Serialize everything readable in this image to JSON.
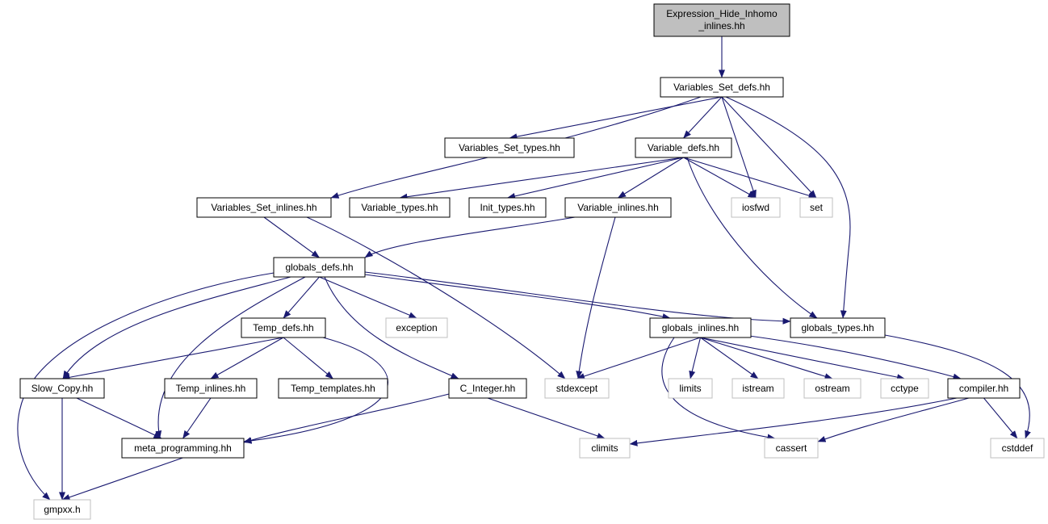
{
  "colors": {
    "edge": "#191970",
    "node_border": "#000000",
    "system_border": "#bfbfbf",
    "root_fill": "#bfbfbf",
    "node_fill": "#ffffff",
    "text": "#000000"
  },
  "nodes": [
    {
      "id": "n_root",
      "lines": [
        "Expression_Hide_Inhomo",
        "_inlines.hh"
      ],
      "kind": "root"
    },
    {
      "id": "n_vsdefs",
      "lines": [
        "Variables_Set_defs.hh"
      ],
      "kind": "file"
    },
    {
      "id": "n_vstypes",
      "lines": [
        "Variables_Set_types.hh"
      ],
      "kind": "file"
    },
    {
      "id": "n_vdefs",
      "lines": [
        "Variable_defs.hh"
      ],
      "kind": "file"
    },
    {
      "id": "n_vsinl",
      "lines": [
        "Variables_Set_inlines.hh"
      ],
      "kind": "file"
    },
    {
      "id": "n_vtypes",
      "lines": [
        "Variable_types.hh"
      ],
      "kind": "file"
    },
    {
      "id": "n_inittypes",
      "lines": [
        "Init_types.hh"
      ],
      "kind": "file"
    },
    {
      "id": "n_vinl",
      "lines": [
        "Variable_inlines.hh"
      ],
      "kind": "file"
    },
    {
      "id": "n_iosfwd",
      "lines": [
        "iosfwd"
      ],
      "kind": "system"
    },
    {
      "id": "n_set",
      "lines": [
        "set"
      ],
      "kind": "system"
    },
    {
      "id": "n_gdefs",
      "lines": [
        "globals_defs.hh"
      ],
      "kind": "file"
    },
    {
      "id": "n_tdefs",
      "lines": [
        "Temp_defs.hh"
      ],
      "kind": "file"
    },
    {
      "id": "n_exception",
      "lines": [
        "exception"
      ],
      "kind": "system"
    },
    {
      "id": "n_ginl",
      "lines": [
        "globals_inlines.hh"
      ],
      "kind": "file"
    },
    {
      "id": "n_gtypes",
      "lines": [
        "globals_types.hh"
      ],
      "kind": "file"
    },
    {
      "id": "n_slow",
      "lines": [
        "Slow_Copy.hh"
      ],
      "kind": "file"
    },
    {
      "id": "n_tinl",
      "lines": [
        "Temp_inlines.hh"
      ],
      "kind": "file"
    },
    {
      "id": "n_ttempl",
      "lines": [
        "Temp_templates.hh"
      ],
      "kind": "file"
    },
    {
      "id": "n_cint",
      "lines": [
        "C_Integer.hh"
      ],
      "kind": "file"
    },
    {
      "id": "n_stdexcept",
      "lines": [
        "stdexcept"
      ],
      "kind": "system"
    },
    {
      "id": "n_limits",
      "lines": [
        "limits"
      ],
      "kind": "system"
    },
    {
      "id": "n_istream",
      "lines": [
        "istream"
      ],
      "kind": "system"
    },
    {
      "id": "n_ostream",
      "lines": [
        "ostream"
      ],
      "kind": "system"
    },
    {
      "id": "n_cctype",
      "lines": [
        "cctype"
      ],
      "kind": "system"
    },
    {
      "id": "n_compiler",
      "lines": [
        "compiler.hh"
      ],
      "kind": "file"
    },
    {
      "id": "n_meta",
      "lines": [
        "meta_programming.hh"
      ],
      "kind": "file"
    },
    {
      "id": "n_climits",
      "lines": [
        "climits"
      ],
      "kind": "system"
    },
    {
      "id": "n_cassert",
      "lines": [
        "cassert"
      ],
      "kind": "system"
    },
    {
      "id": "n_cstddef",
      "lines": [
        "cstddef"
      ],
      "kind": "system"
    },
    {
      "id": "n_gmpxx",
      "lines": [
        "gmpxx.h"
      ],
      "kind": "system"
    }
  ],
  "edges": [
    [
      "n_root",
      "n_vsdefs"
    ],
    [
      "n_vsdefs",
      "n_vstypes"
    ],
    [
      "n_vsdefs",
      "n_vdefs"
    ],
    [
      "n_vsdefs",
      "n_vsinl"
    ],
    [
      "n_vsdefs",
      "n_iosfwd"
    ],
    [
      "n_vsdefs",
      "n_set"
    ],
    [
      "n_vsdefs",
      "n_gtypes"
    ],
    [
      "n_vdefs",
      "n_vtypes"
    ],
    [
      "n_vdefs",
      "n_inittypes"
    ],
    [
      "n_vdefs",
      "n_vinl"
    ],
    [
      "n_vdefs",
      "n_iosfwd"
    ],
    [
      "n_vdefs",
      "n_set"
    ],
    [
      "n_vdefs",
      "n_gtypes"
    ],
    [
      "n_vsinl",
      "n_gdefs"
    ],
    [
      "n_vsinl",
      "n_stdexcept"
    ],
    [
      "n_vinl",
      "n_gdefs"
    ],
    [
      "n_vinl",
      "n_stdexcept"
    ],
    [
      "n_gdefs",
      "n_tdefs"
    ],
    [
      "n_gdefs",
      "n_exception"
    ],
    [
      "n_gdefs",
      "n_ginl"
    ],
    [
      "n_gdefs",
      "n_gtypes"
    ],
    [
      "n_gdefs",
      "n_slow"
    ],
    [
      "n_gdefs",
      "n_meta"
    ],
    [
      "n_gdefs",
      "n_cint"
    ],
    [
      "n_gdefs",
      "n_gmpxx"
    ],
    [
      "n_tdefs",
      "n_slow"
    ],
    [
      "n_tdefs",
      "n_tinl"
    ],
    [
      "n_tdefs",
      "n_ttempl"
    ],
    [
      "n_tdefs",
      "n_meta"
    ],
    [
      "n_tinl",
      "n_meta"
    ],
    [
      "n_slow",
      "n_meta"
    ],
    [
      "n_slow",
      "n_gmpxx"
    ],
    [
      "n_meta",
      "n_gmpxx"
    ],
    [
      "n_cint",
      "n_meta"
    ],
    [
      "n_cint",
      "n_climits"
    ],
    [
      "n_ginl",
      "n_stdexcept"
    ],
    [
      "n_ginl",
      "n_limits"
    ],
    [
      "n_ginl",
      "n_istream"
    ],
    [
      "n_ginl",
      "n_ostream"
    ],
    [
      "n_ginl",
      "n_cctype"
    ],
    [
      "n_ginl",
      "n_compiler"
    ],
    [
      "n_ginl",
      "n_cassert"
    ],
    [
      "n_compiler",
      "n_climits"
    ],
    [
      "n_compiler",
      "n_cassert"
    ],
    [
      "n_compiler",
      "n_cstddef"
    ],
    [
      "n_gtypes",
      "n_cstddef"
    ]
  ]
}
